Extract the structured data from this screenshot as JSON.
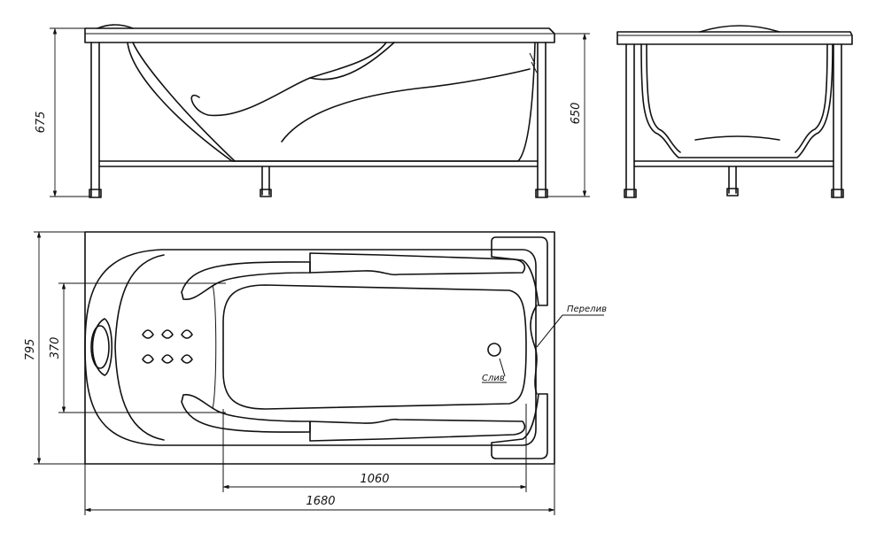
{
  "dimensions": {
    "side_height": "675",
    "side_inner_height": "650",
    "plan_width": "795",
    "plan_inner_width": "370",
    "inner_length": "1060",
    "total_length": "1680"
  },
  "labels": {
    "overflow": "Перелив",
    "drain": "Слив"
  }
}
